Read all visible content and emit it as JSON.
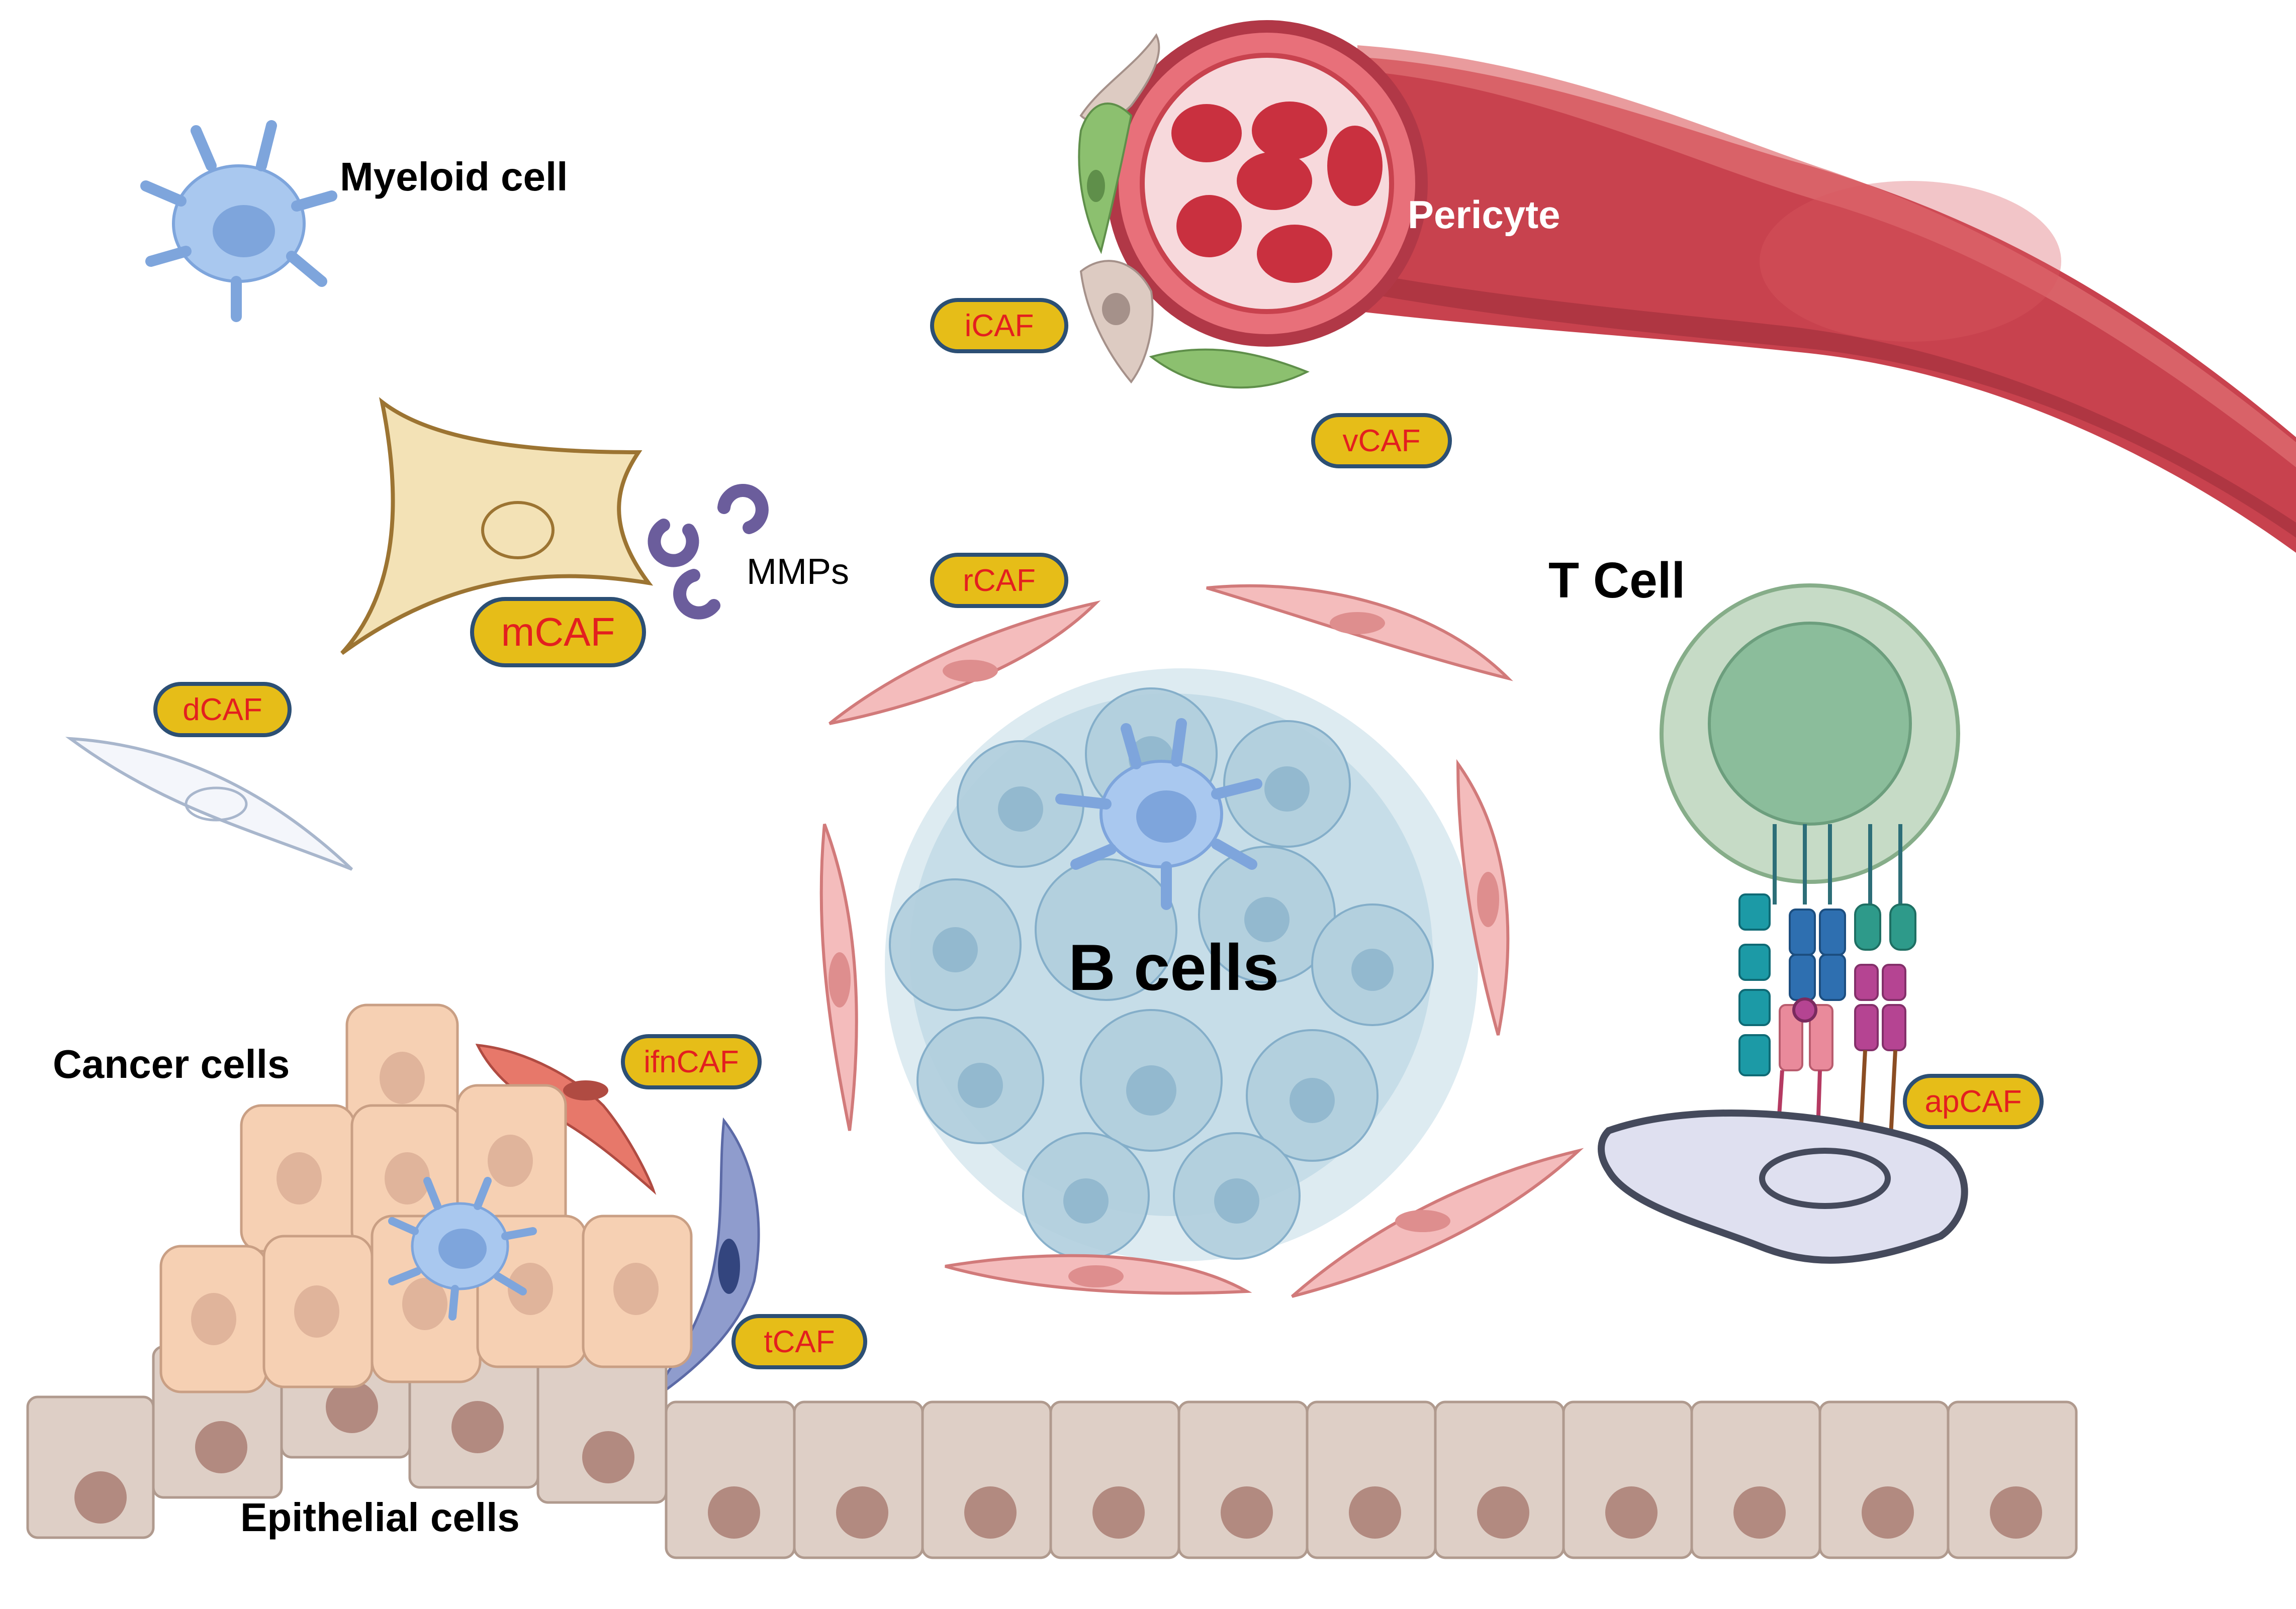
{
  "labels": {
    "myeloid": "Myeloid cell",
    "pericyte": "Pericyte",
    "mmps": "MMPs",
    "t_cell": "T Cell",
    "b_cells": "B cells",
    "cancer": "Cancer cells",
    "epithelial": "Epithelial cells"
  },
  "caf_tags": {
    "icaf": "iCAF",
    "vcaf": "vCAF",
    "rcaf": "rCAF",
    "mcaf": "mCAF",
    "dcaf": "dCAF",
    "ifncaf": "ifnCAF",
    "tcaf": "tCAF",
    "apcaf": "apCAF"
  },
  "colors": {
    "pill_fill": "#e6bd18",
    "pill_border": "#2c4f74",
    "pill_text": "#e31f1f",
    "vessel": "#c8424e",
    "b_cell_cluster": "#a9c9d9",
    "t_cell": "#c6dbc6",
    "epithelial": "#decfc6",
    "cancer": "#f6d0b3",
    "raf": "#f4bcbc"
  }
}
